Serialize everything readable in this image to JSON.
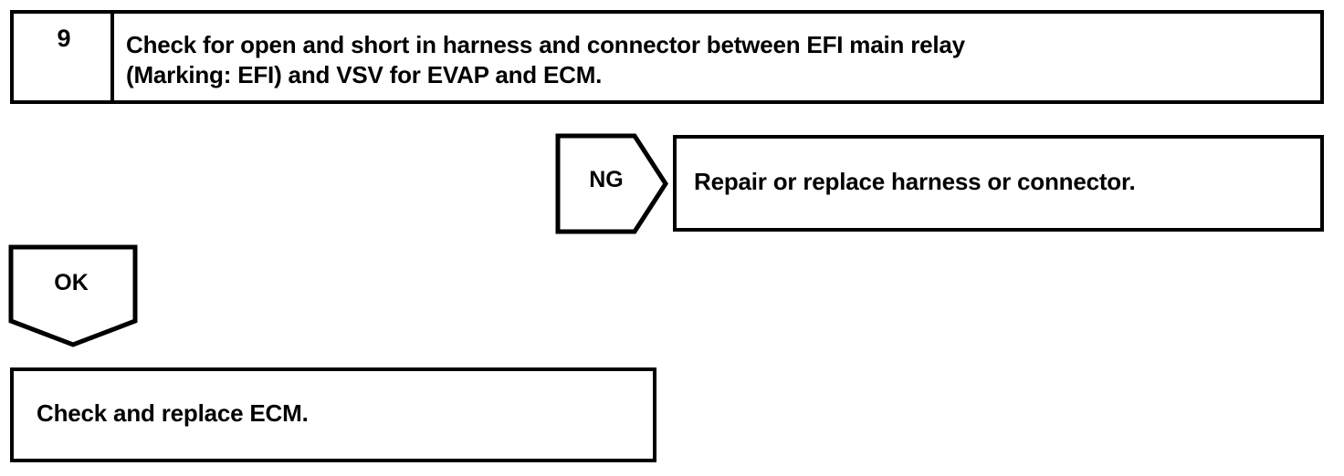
{
  "document": {
    "title": "Troubleshooting Flowchart Step 9",
    "stroke_color": "#000000",
    "background_color": "#ffffff",
    "text_color": "#000000"
  },
  "step": {
    "number": "9",
    "instruction_line1": "Check for open and short in harness and connector between EFI main relay",
    "instruction_line2": "(Marking: EFI) and VSV for EVAP and ECM."
  },
  "branches": {
    "ng": {
      "label": "NG",
      "result_text": "Repair or replace harness or connector.",
      "shape": "pentagon-right-arrow"
    },
    "ok": {
      "label": "OK",
      "result_text": "Check and replace ECM.",
      "shape": "pentagon-down-arrow"
    }
  }
}
